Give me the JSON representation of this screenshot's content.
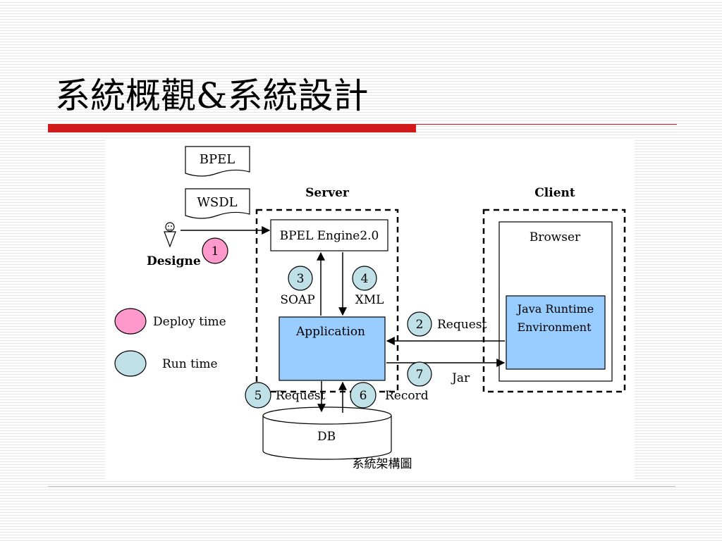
{
  "slide": {
    "title": "系統概觀&系統設計"
  },
  "diagram": {
    "docs": {
      "bpel": "BPEL",
      "wsdl": "WSDL"
    },
    "designer": {
      "label": "Designe"
    },
    "server": {
      "label": "Server",
      "engine": "BPEL Engine2.0",
      "application": "Application"
    },
    "client": {
      "label": "Client",
      "browser": "Browser",
      "jre_line1": "Java Runtime",
      "jre_line2": "Environment"
    },
    "db": {
      "label": "DB"
    },
    "steps": [
      {
        "num": "1",
        "type": "deploy"
      },
      {
        "num": "2",
        "type": "run",
        "label": "Request"
      },
      {
        "num": "3",
        "type": "run",
        "label": "SOAP"
      },
      {
        "num": "4",
        "type": "run",
        "label": "XML"
      },
      {
        "num": "5",
        "type": "run",
        "label": "Request"
      },
      {
        "num": "6",
        "type": "run",
        "label": "Record"
      },
      {
        "num": "7",
        "type": "run",
        "label": "Jar"
      }
    ],
    "legend": {
      "deploy": "Deploy time",
      "run": "Run time"
    },
    "caption": "系統架構圖",
    "colors": {
      "deploy": "#ff99cc",
      "run": "#c0e0e8",
      "box_fill": "#99ccff",
      "title_bar": "#d11a1a"
    }
  }
}
